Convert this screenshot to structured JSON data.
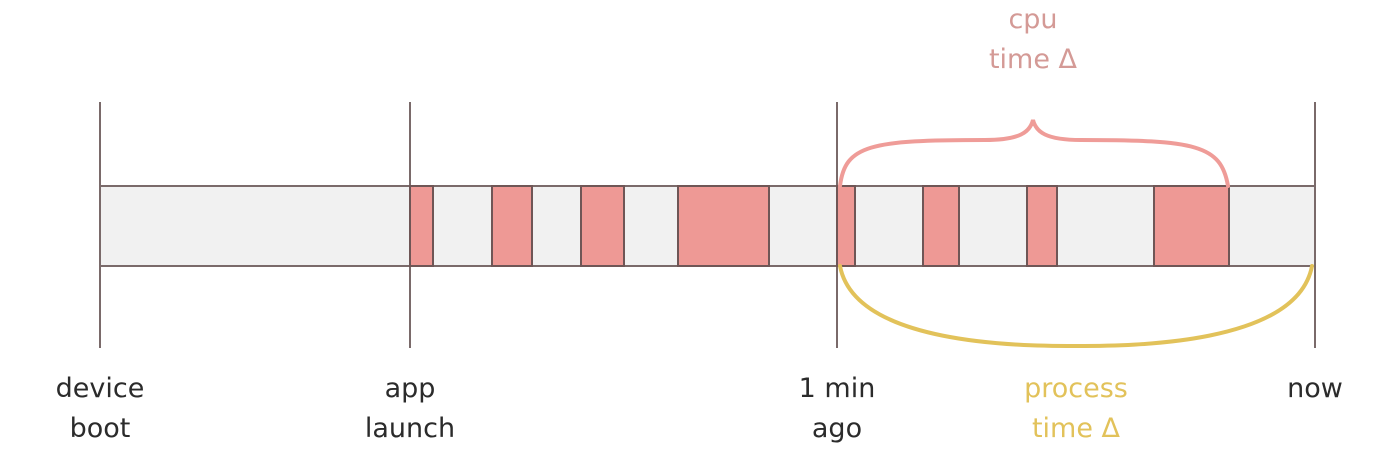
{
  "timeline_labels": {
    "device_boot": [
      "device",
      "boot"
    ],
    "app_launch": [
      "app",
      "launch"
    ],
    "one_min_ago": [
      "1 min",
      "ago"
    ],
    "now": [
      "now"
    ]
  },
  "brace_labels": {
    "cpu_time": [
      "cpu",
      "time Δ"
    ],
    "process_time": [
      "process",
      "time Δ"
    ]
  },
  "colors": {
    "bar_fill": "#f1f1f1",
    "bar_stroke": "#7a6a6a",
    "cpu_block": "#ee9995",
    "cpu_block_stroke": "#6f5656",
    "cpu_brace": "#ef9c98",
    "process_brace": "#e2c25a",
    "tick": "#7a6a6a",
    "label_text": "#2b2b2b",
    "cpu_label": "#d49a96",
    "process_label": "#e2c25a"
  }
}
